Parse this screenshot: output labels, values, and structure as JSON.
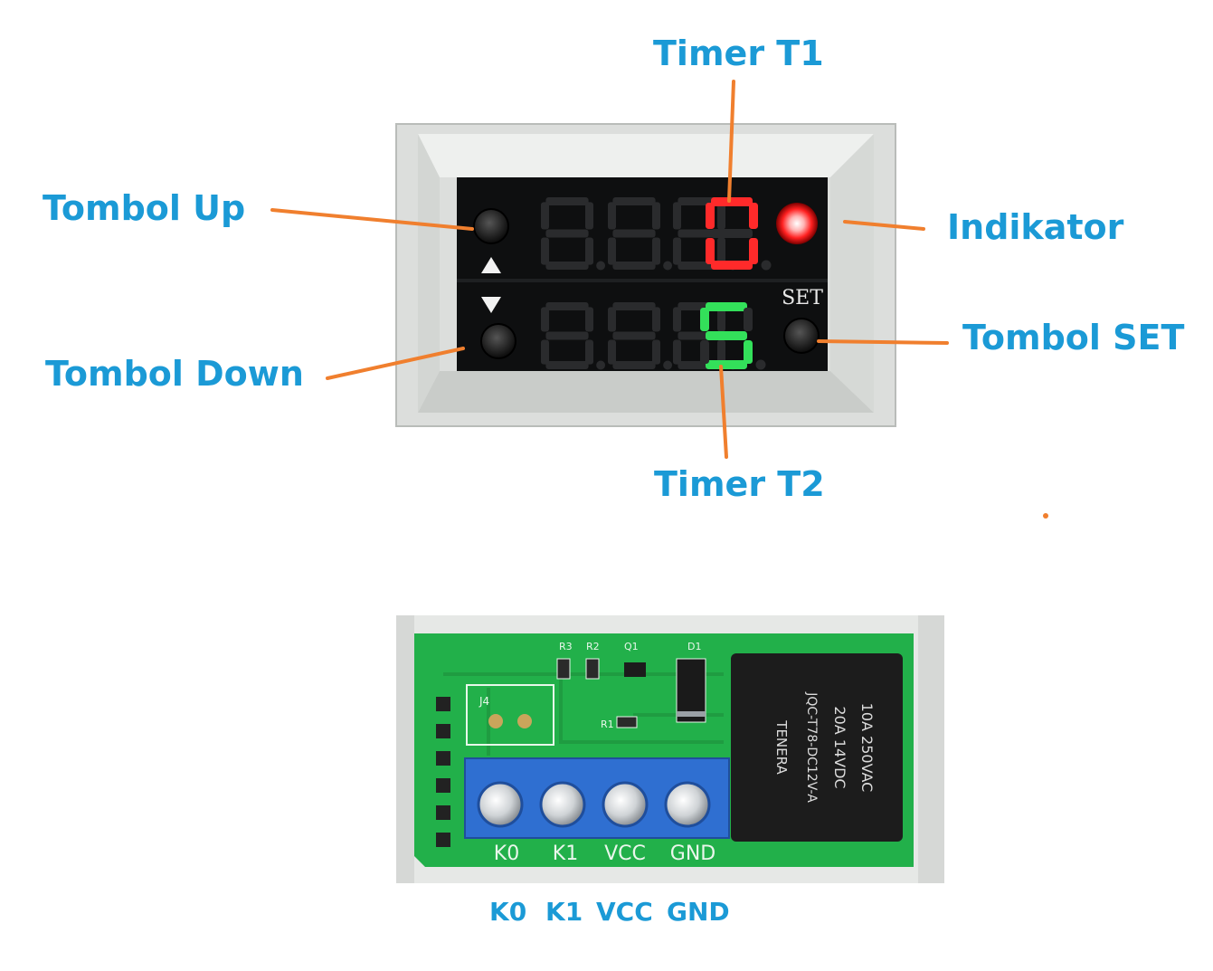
{
  "labels": {
    "timer_t1": "Timer T1",
    "timer_t2": "Timer T2",
    "tombol_up": "Tombol Up",
    "tombol_down": "Tombol Down",
    "indikator": "Indikator",
    "tombol_set": "Tombol SET"
  },
  "display": {
    "t1_value": "0",
    "t2_value": "5",
    "set_text": "SET"
  },
  "pcb": {
    "silkscreen": [
      "K0",
      "K1",
      "VCC",
      "GND"
    ],
    "components": {
      "r3": "R3",
      "r2": "R2",
      "q1": "Q1",
      "d1": "D1",
      "r1": "R1",
      "j4": "J4"
    },
    "relay_text": [
      "10A 250VAC",
      "20A 14VDC",
      "JQC-T78-DC12V-A",
      "TENERA"
    ]
  },
  "terminals": [
    "K0",
    "K1",
    "VCC",
    "GND"
  ],
  "colors": {
    "label": "#1b9ad6",
    "arrow": "#f07f2e",
    "t1_led": "#ff2a2a",
    "t2_led": "#33e05a",
    "pcb": "#22b04a",
    "terminal": "#2f6fd1",
    "relay": "#1c1c1c"
  }
}
